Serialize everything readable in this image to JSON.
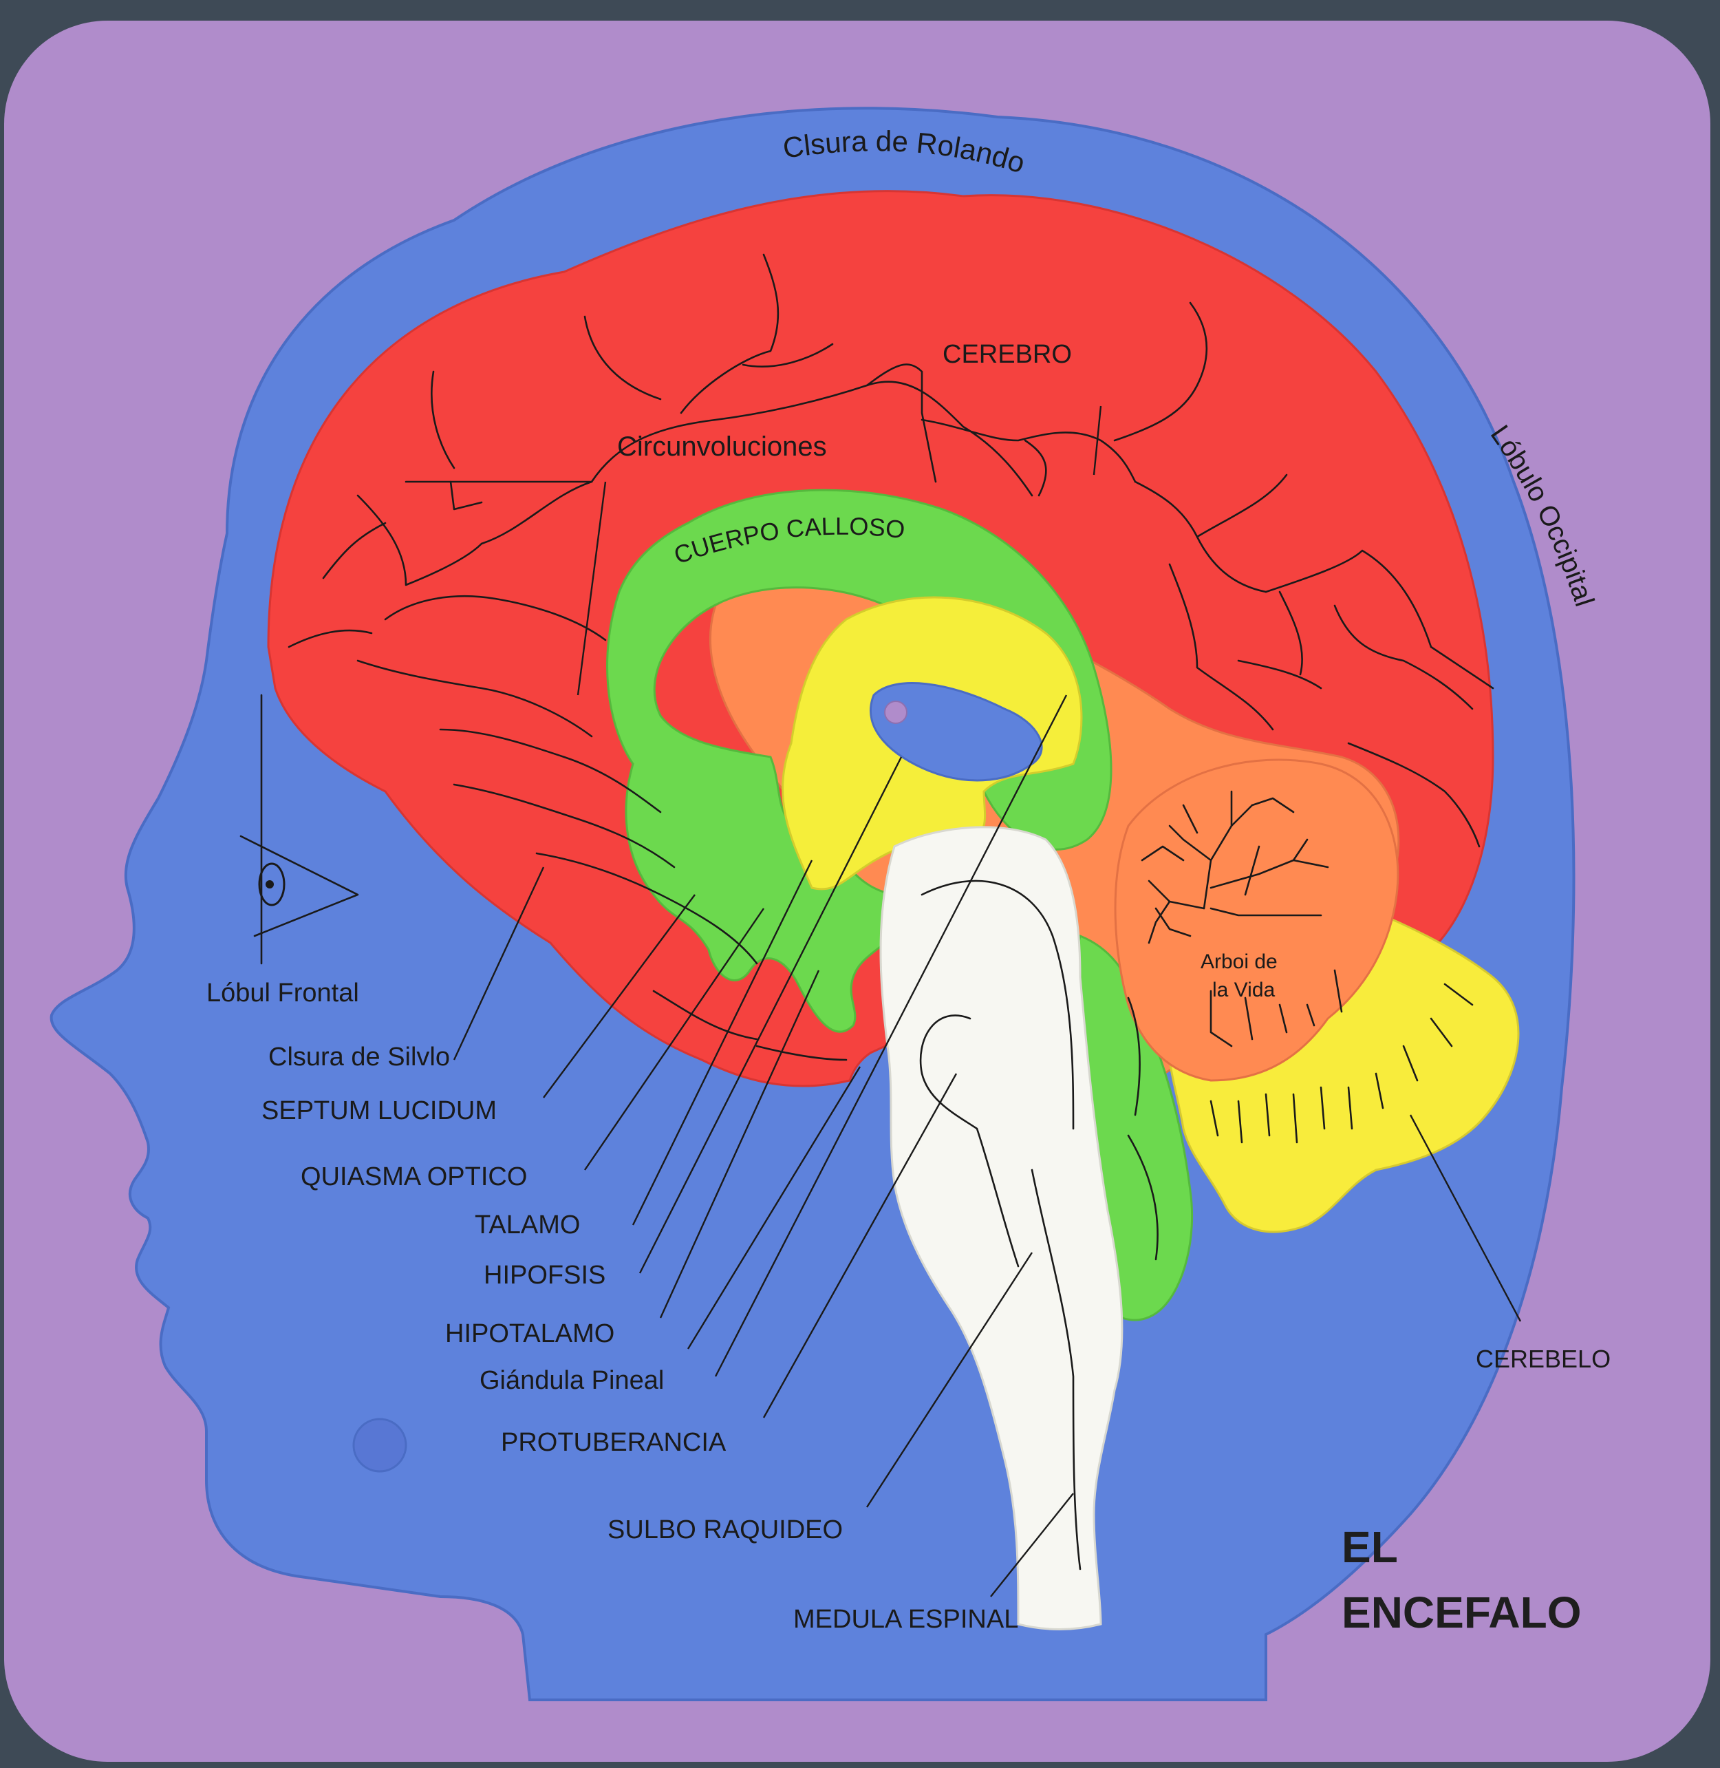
{
  "title": {
    "line1": "EL",
    "line2": "ENCEFALO"
  },
  "colors": {
    "background_board": "#b08ccb",
    "head": "#5e82dc",
    "cerebrum": "#f5423f",
    "corpus_callosum": "#6cd94e",
    "inner_orange": "#ff8a52",
    "thalamus_yellow": "#f5ee3a",
    "brainstem_white": "#f7f7f2",
    "cerebellum_yellow": "#f8ec3c",
    "text": "#1a1a1a"
  },
  "labels": {
    "clsura_rolando": "Clsura de Rolando",
    "cerebro": "CEREBRO",
    "circunvoluciones": "Circunvoluciones",
    "lobulo_occipital": "Lóbulo Occipital",
    "cuerpo_calloso": "CUERPO CALLOSO",
    "arbol_line1": "Arboi de",
    "arbol_line2": "la Vida",
    "lobul_frontal": "Lóbul Frontal",
    "clsura_silvio": "Clsura de Silvlo",
    "septum_lucidum": "SEPTUM LUCIDUM",
    "quiasma_optico": "QUIASMA OPTICO",
    "talamo": "TALAMO",
    "hipofsis": "HIPOFSIS",
    "hipotalamo": "HIPOTALAMO",
    "glandula_pineal": "Giándula Pineal",
    "protuberancia": "PROTUBERANCIA",
    "sulbo_raquideo": "SULBO RAQUIDEO",
    "cerebelo": "CEREBELO",
    "medula_espinal": "MEDULA ESPINAL"
  }
}
